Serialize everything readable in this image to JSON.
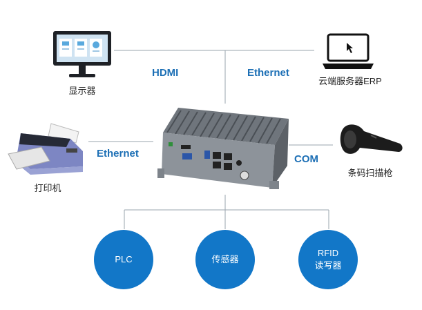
{
  "devices": {
    "monitor_label": "显示器",
    "cloud_label": "云端服务器ERP",
    "printer_label": "打印机",
    "scanner_label": "条码扫描枪"
  },
  "connections": {
    "hdmi": "HDMI",
    "ethernet_top": "Ethernet",
    "ethernet_left": "Ethernet",
    "com": "COM"
  },
  "bottom_nodes": [
    {
      "line1": "PLC",
      "line2": ""
    },
    {
      "line1": "传感器",
      "line2": ""
    },
    {
      "line1": "RFID",
      "line2": "读写器"
    }
  ],
  "colors": {
    "accent": "#1277c8",
    "label_blue": "#1c6fb5",
    "line": "#9aa4ad"
  }
}
